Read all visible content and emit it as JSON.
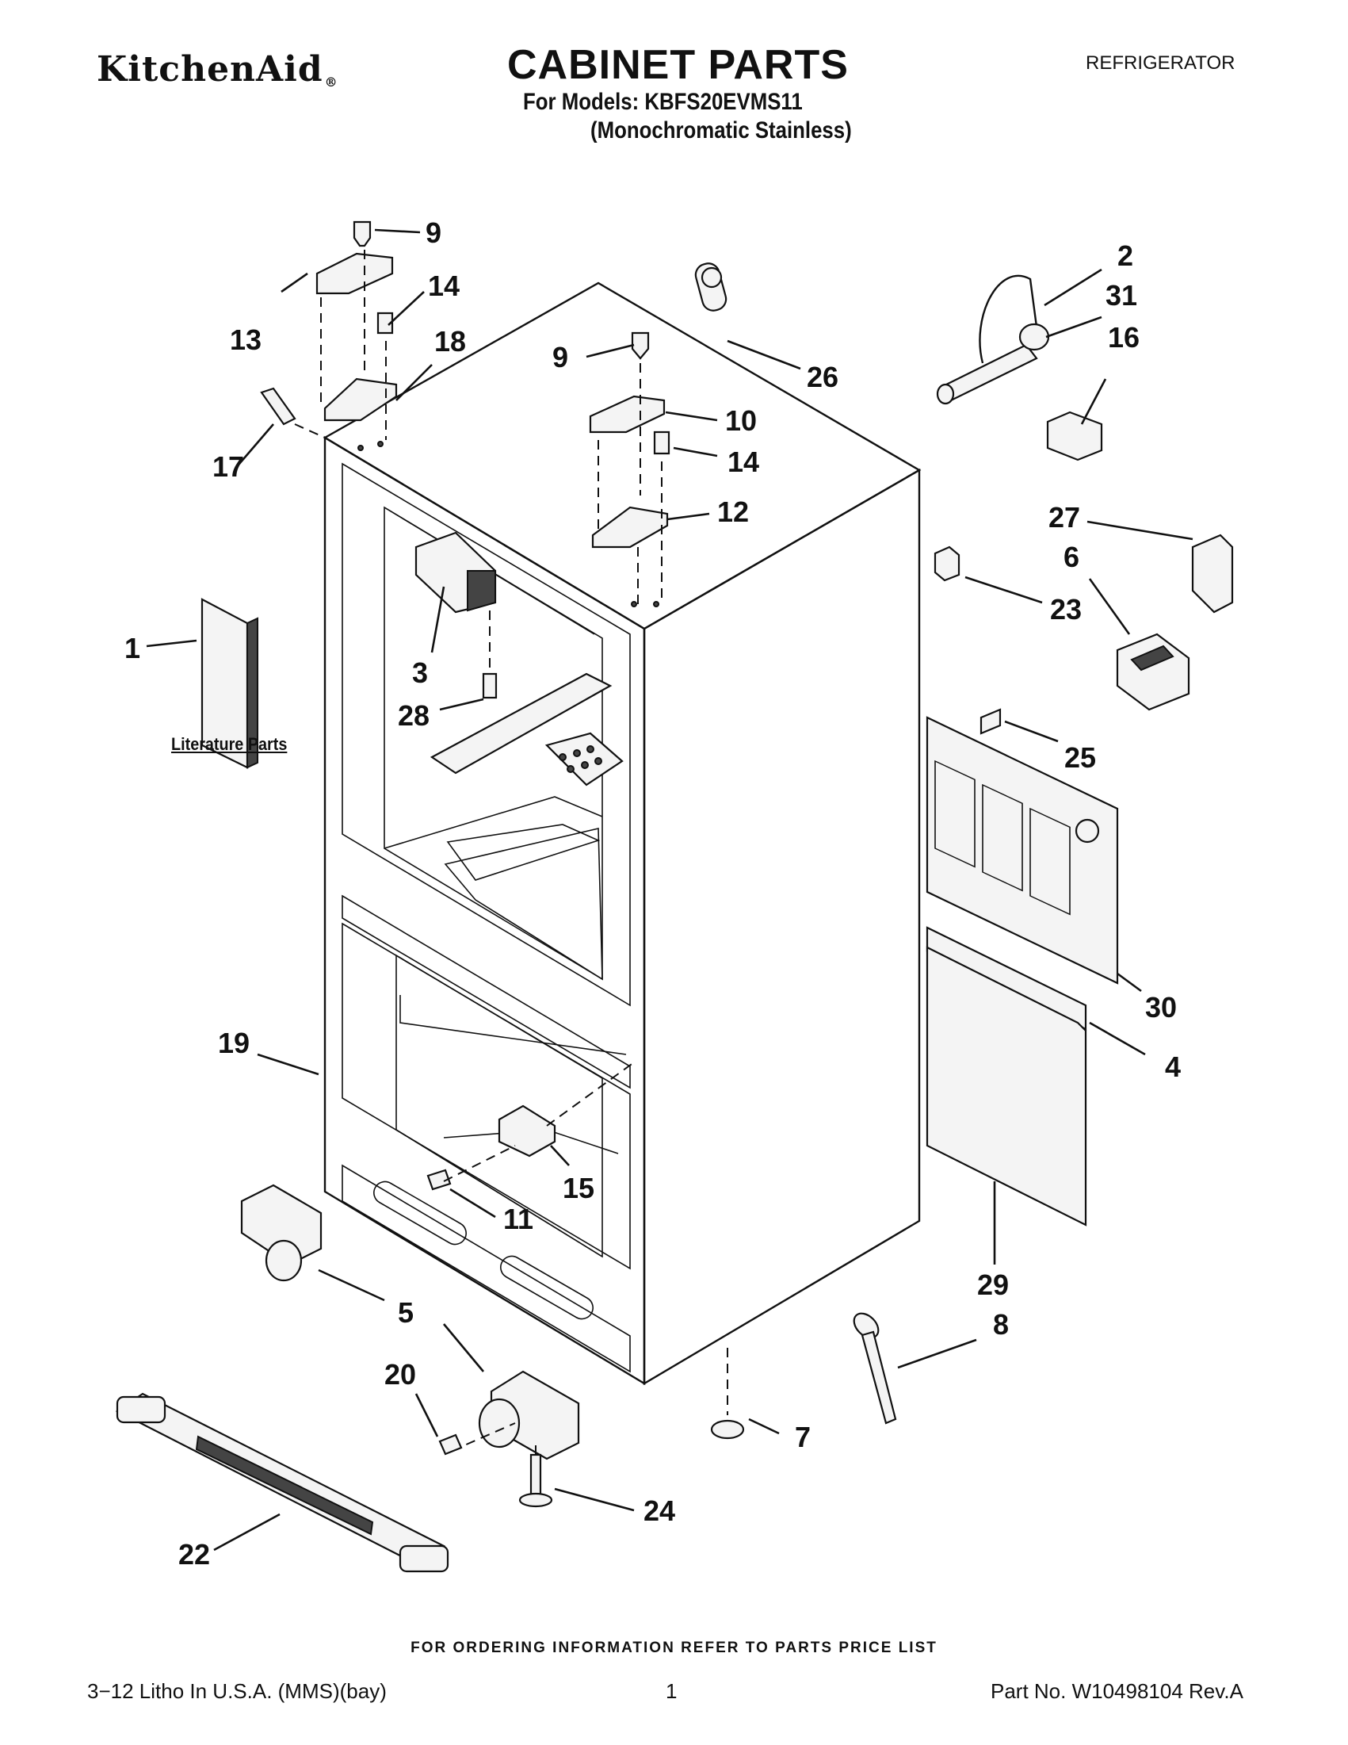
{
  "header": {
    "brand": "KitchenAid",
    "brand_reg": "®",
    "title": "CABINET PARTS",
    "category": "REFRIGERATOR",
    "models_line": "For Models: KBFS20EVMS11",
    "variant_line": "(Monochromatic Stainless)"
  },
  "diagram": {
    "literature_label": "Literature Parts",
    "callouts": [
      "9",
      "14",
      "13",
      "18",
      "17",
      "9",
      "10",
      "14",
      "12",
      "26",
      "2",
      "31",
      "16",
      "27",
      "6",
      "23",
      "1",
      "3",
      "28",
      "25",
      "30",
      "4",
      "19",
      "15",
      "11",
      "5",
      "29",
      "8",
      "20",
      "7",
      "24",
      "22"
    ]
  },
  "footer": {
    "ordering": "FOR ORDERING INFORMATION REFER TO PARTS PRICE LIST",
    "litho": "3−12 Litho In U.S.A. (MMS)(bay)",
    "page": "1",
    "part_no": "Part No. W10498104 Rev.A"
  }
}
